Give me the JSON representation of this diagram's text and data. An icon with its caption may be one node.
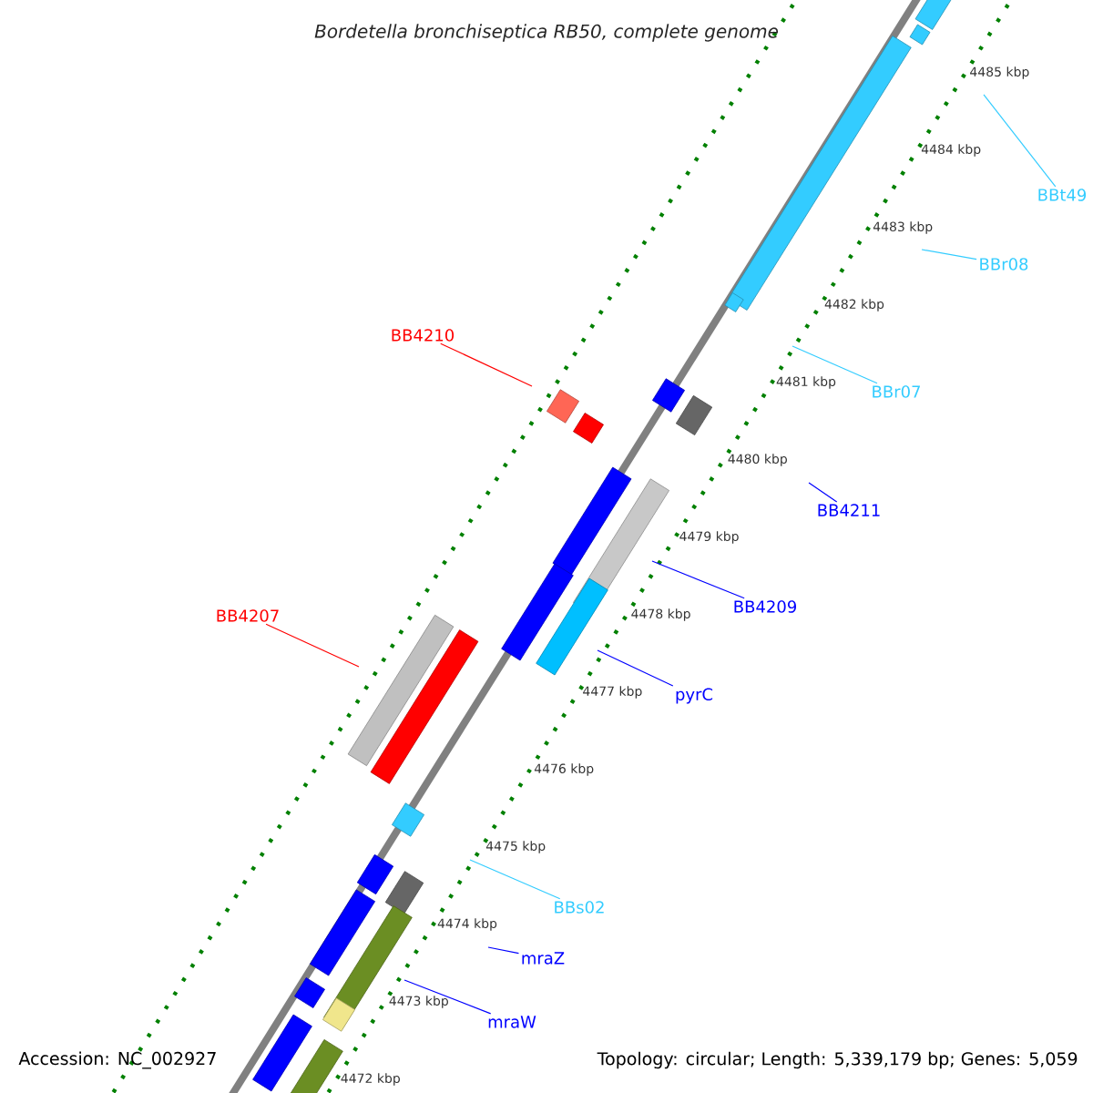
{
  "diagram": {
    "title": "Bordetella bronchiseptica RB50, complete genome",
    "nodes": [
      {
        "text": [
          "BBt49"
        ]
      },
      {
        "text": [
          "BBr08"
        ]
      },
      {
        "text": [
          "BB4210"
        ]
      },
      {
        "text": [
          "BBr07"
        ]
      },
      {
        "text": [
          "BB4211"
        ]
      },
      {
        "text": [
          "BB4209"
        ]
      },
      {
        "text": [
          "BB4207"
        ]
      },
      {
        "text": [
          "pyrC"
        ]
      },
      {
        "text": [
          "BBs02"
        ]
      },
      {
        "text": [
          "mraZ"
        ]
      },
      {
        "text": [
          "mraW"
        ]
      }
    ],
    "edges": [
      {
        "from": 0,
        "to": null,
        "arrow": "none",
        "color": "#33ccff"
      },
      {
        "from": 1,
        "to": null,
        "arrow": "none",
        "color": "#33ccff"
      },
      {
        "from": 2,
        "to": null,
        "arrow": "none",
        "color": "#ff0000"
      },
      {
        "from": 3,
        "to": null,
        "arrow": "none",
        "color": "#33ccff"
      },
      {
        "from": 4,
        "to": null,
        "arrow": "none"
      },
      {
        "from": 5,
        "to": null,
        "arrow": "none"
      },
      {
        "from": 6,
        "to": null,
        "arrow": "none",
        "color": "#ff0000"
      },
      {
        "from": 7,
        "to": null,
        "arrow": "none"
      },
      {
        "from": 8,
        "to": null,
        "arrow": "none",
        "color": "#33ccff"
      },
      {
        "from": 9,
        "to": null,
        "arrow": "none"
      },
      {
        "from": 10,
        "to": null,
        "arrow": "none"
      }
    ],
    "labels": [
      "4485 kbp",
      "4484 kbp",
      "4483 kbp",
      "4482 kbp",
      "4481 kbp",
      "4480 kbp",
      "4479 kbp",
      "4478 kbp",
      "4477 kbp",
      "4476 kbp",
      "4475 kbp",
      "4474 kbp",
      "4473 kbp",
      "4472 kbp",
      "Accession: NC_002927",
      "Topology: circular; Length: 5,339,179 bp; Genes: 5,059"
    ]
  }
}
